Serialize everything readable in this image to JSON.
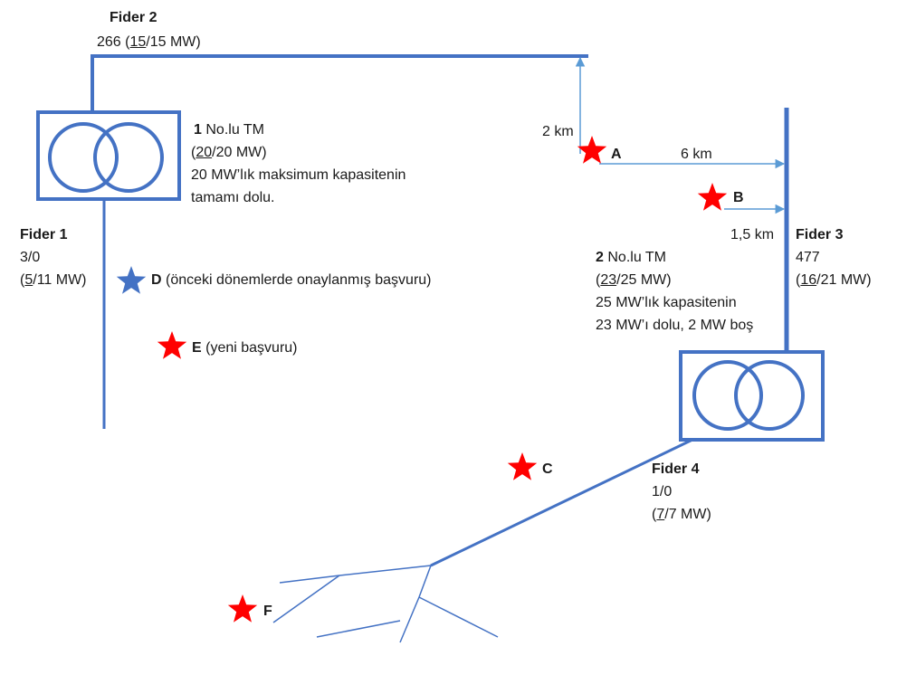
{
  "colors": {
    "line": "#4472C4",
    "star_red": "#FF0000",
    "star_blue": "#4472C4",
    "text": "#1a1a1a"
  },
  "fider2": {
    "title": "Fider 2",
    "code": "266",
    "load": "15",
    "capacity": "15 MW"
  },
  "tm1": {
    "number": "1",
    "name": "No.lu TM",
    "load": "20",
    "capacity": "20 MW",
    "desc1": "20 MW’lık maksimum kapasitenin",
    "desc2": "tamamı dolu."
  },
  "fider1": {
    "title": "Fider 1",
    "code": "3/0",
    "load": "5",
    "capacity": "11 MW"
  },
  "fider3": {
    "title": "Fider 3",
    "code": "477",
    "load": "16",
    "capacity": "21 MW"
  },
  "tm2": {
    "number": "2",
    "name": "No.lu TM",
    "load": "23",
    "capacity": "25 MW",
    "desc1": "25 MW’lık kapasitenin",
    "desc2": "23 MW’ı dolu, 2 MW boş"
  },
  "fider4": {
    "title": "Fider 4",
    "code": "1/0",
    "load": "7",
    "capacity": "7 MW"
  },
  "distances": {
    "a_up": "2 km",
    "a_right": "6 km",
    "b_right": "1,5 km"
  },
  "points": {
    "a": {
      "label": "A"
    },
    "b": {
      "label": "B"
    },
    "c": {
      "label": "C"
    },
    "d": {
      "label": "D",
      "note": "(önceki dönemlerde onaylanmış başvuru)"
    },
    "e": {
      "label": "E",
      "note": "(yeni başvuru)"
    },
    "f": {
      "label": "F"
    }
  }
}
